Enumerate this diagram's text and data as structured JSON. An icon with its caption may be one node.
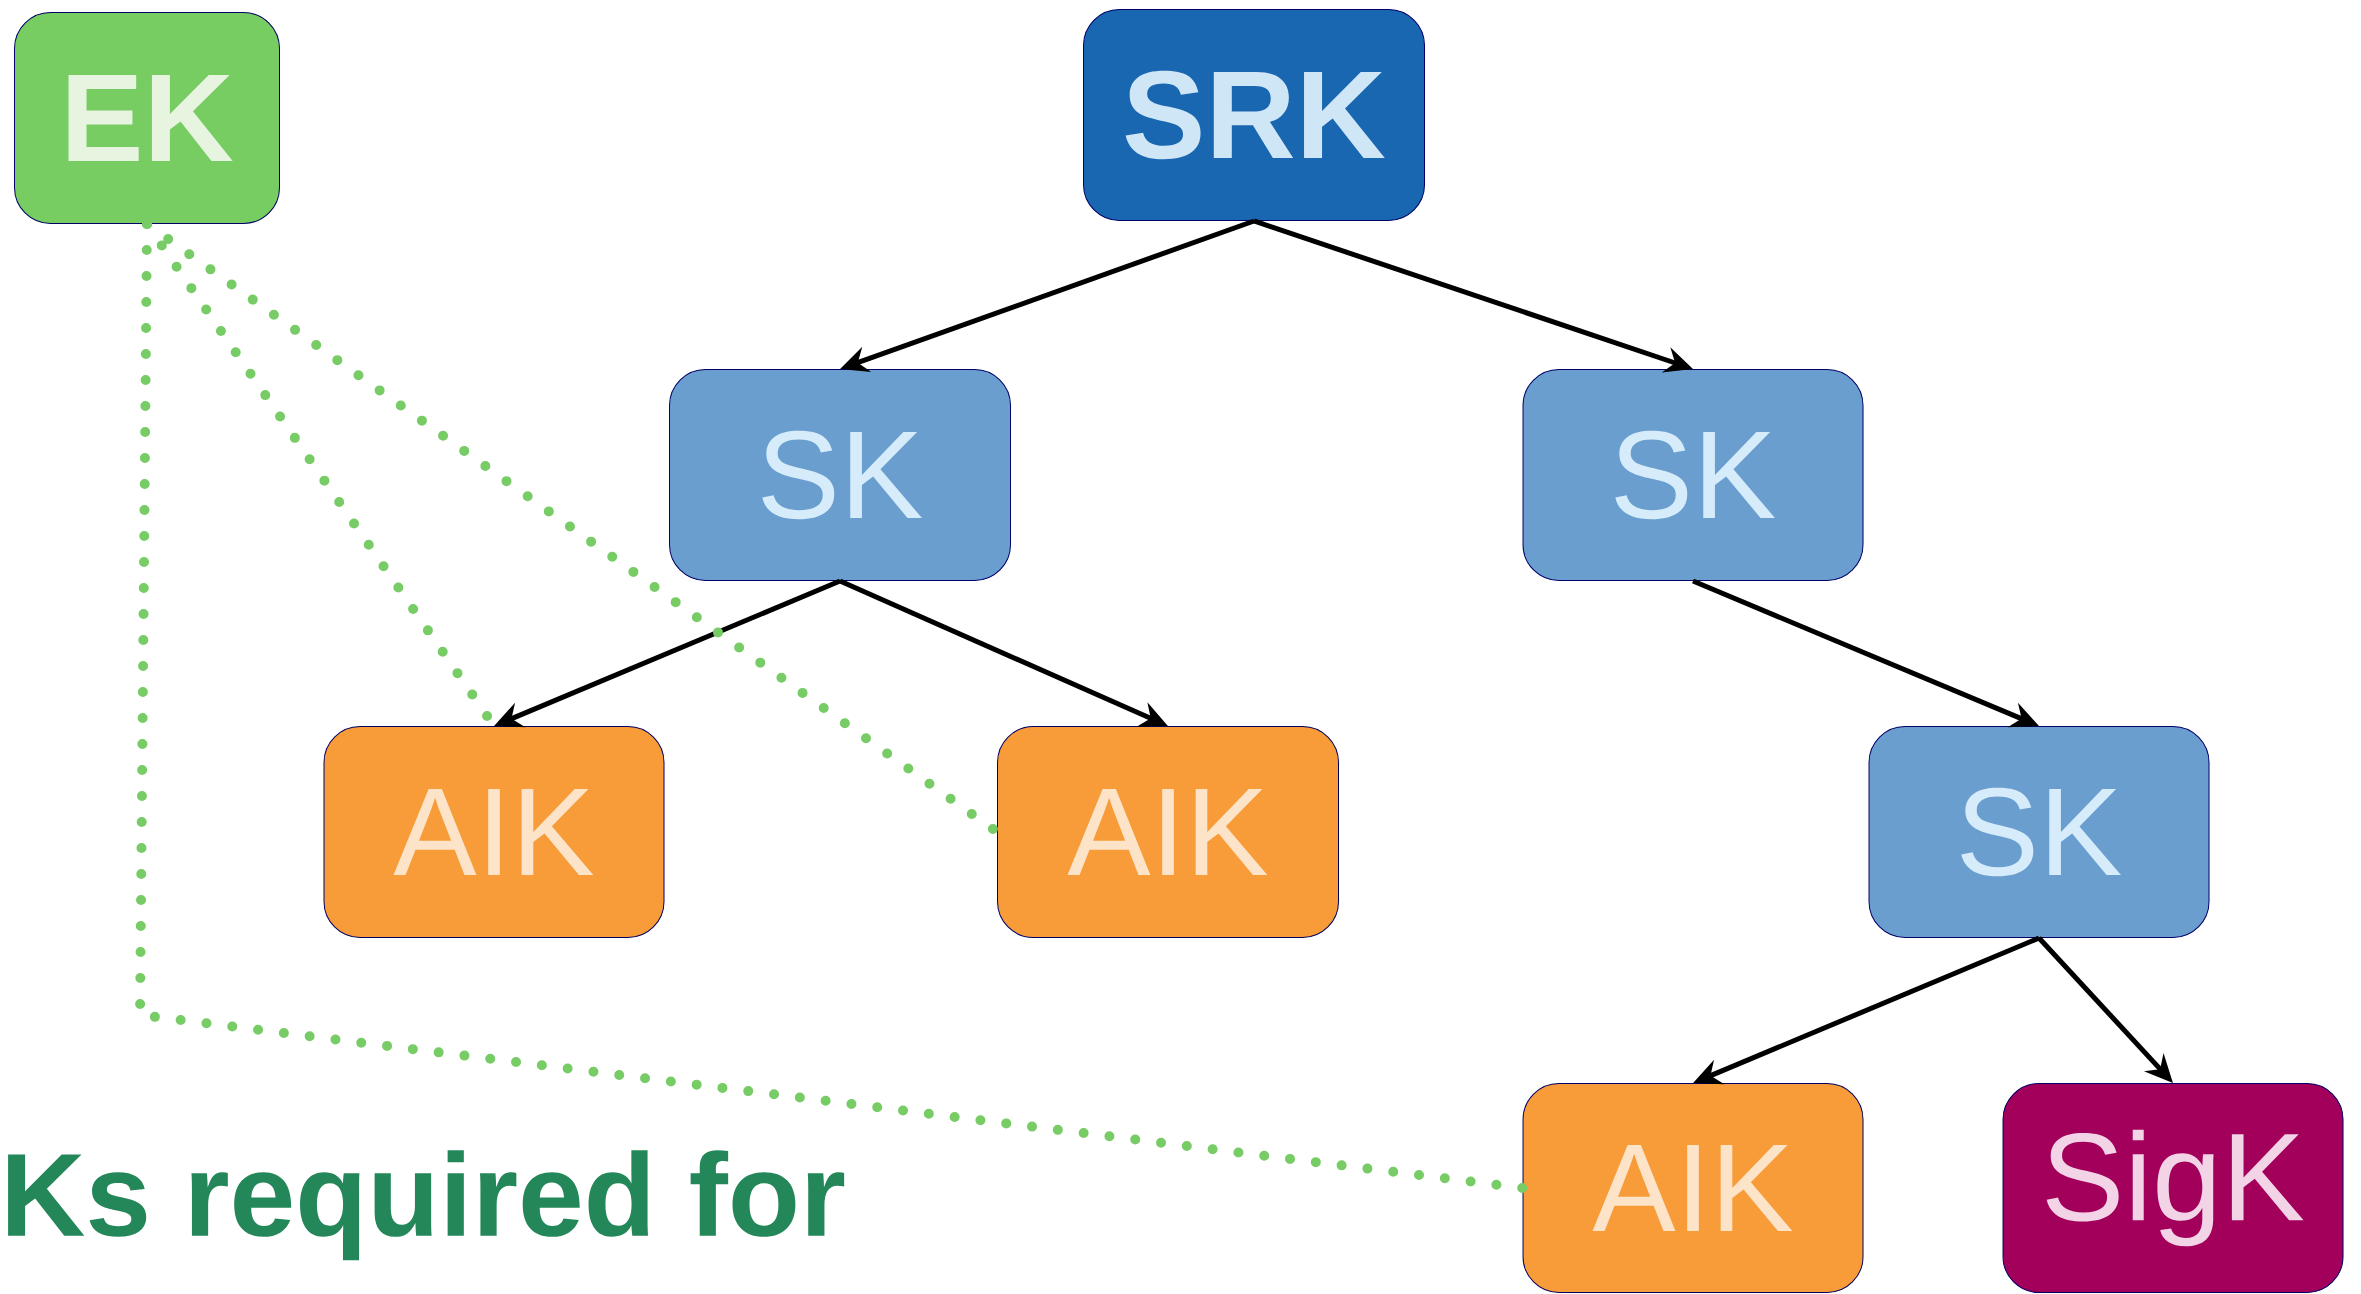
{
  "diagram": {
    "nodes": [
      {
        "text": [
          "EK"
        ]
      },
      {
        "text": [
          "SRK"
        ]
      },
      {
        "text": [
          "SK"
        ]
      },
      {
        "text": [
          "SK"
        ]
      },
      {
        "text": [
          "AIK"
        ]
      },
      {
        "text": [
          "AIK"
        ]
      },
      {
        "text": [
          "SK"
        ]
      },
      {
        "text": [
          "AIK"
        ]
      },
      {
        "text": [
          "SigK"
        ]
      }
    ],
    "edges": [
      {
        "from": 1,
        "to": 2,
        "arrow": "to"
      },
      {
        "from": 1,
        "to": 3,
        "arrow": "to"
      },
      {
        "from": 2,
        "to": 4,
        "arrow": "to"
      },
      {
        "from": 2,
        "to": 5,
        "arrow": "to"
      },
      {
        "from": 3,
        "to": 6,
        "arrow": "to"
      },
      {
        "from": 6,
        "to": 7,
        "arrow": "to"
      },
      {
        "from": 6,
        "to": 8,
        "arrow": "to"
      },
      {
        "from": 0,
        "to": 4,
        "arrow": "none",
        "style": "dashed",
        "color": "#77cc66"
      },
      {
        "from": 0,
        "to": 5,
        "arrow": "none",
        "style": "dashed",
        "color": "#77cc66"
      },
      {
        "from": 0,
        "to": 7,
        "arrow": "none",
        "style": "dashed",
        "color": "#77cc66"
      }
    ],
    "labels": [
      "Ks required for"
    ]
  }
}
